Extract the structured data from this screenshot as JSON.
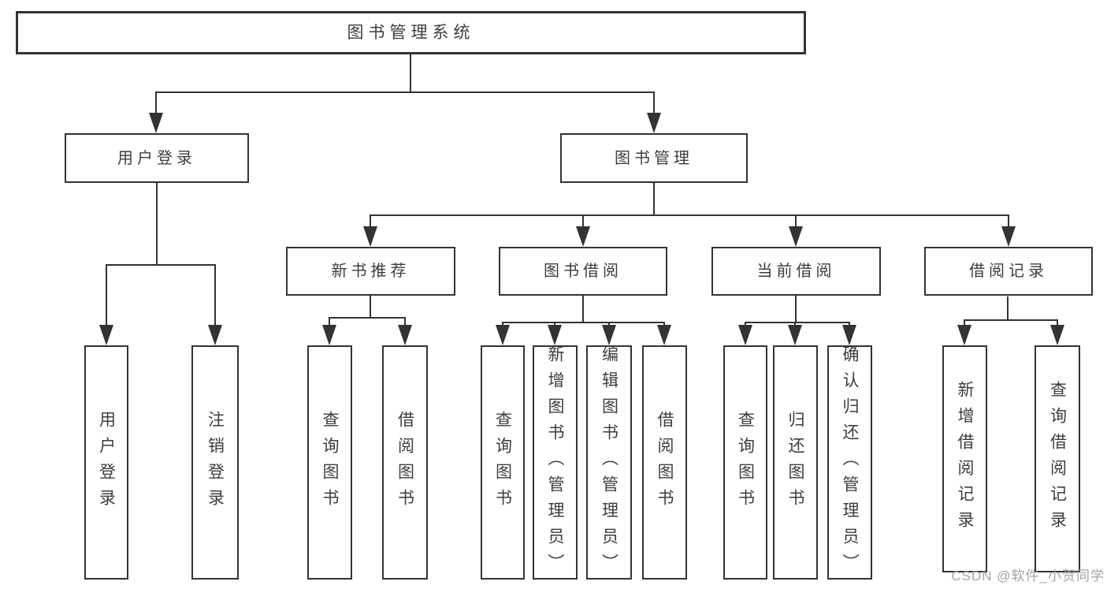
{
  "page": {
    "background": "#ffffff"
  },
  "colors": {
    "line": "#333333",
    "box_border": "#333333",
    "text": "#3d3d3d",
    "watermark": "#a3a3a3"
  },
  "watermark": {
    "text": "CSDN @软件_小贺同学"
  },
  "diagram": {
    "title": "图书管理系统",
    "nodes": [
      {
        "id": "root",
        "label": "图书管理系统",
        "parent": null
      },
      {
        "id": "user-login",
        "label": "用户登录",
        "parent": "root"
      },
      {
        "id": "book-mgmt",
        "label": "图书管理",
        "parent": "root"
      },
      {
        "id": "new-book-rec",
        "label": "新书推荐",
        "parent": "book-mgmt"
      },
      {
        "id": "book-borrow",
        "label": "图书借阅",
        "parent": "book-mgmt"
      },
      {
        "id": "current-borrow",
        "label": "当前借阅",
        "parent": "book-mgmt"
      },
      {
        "id": "borrow-records",
        "label": "借阅记录",
        "parent": "book-mgmt"
      },
      {
        "id": "login-leaf",
        "label": "用户登录",
        "parent": "user-login"
      },
      {
        "id": "logout-leaf",
        "label": "注销登录",
        "parent": "user-login"
      },
      {
        "id": "rec-query-books",
        "label": "查询图书",
        "parent": "new-book-rec"
      },
      {
        "id": "rec-borrow-books",
        "label": "借阅图书",
        "parent": "new-book-rec"
      },
      {
        "id": "borrow-query-books",
        "label": "查询图书",
        "parent": "book-borrow"
      },
      {
        "id": "borrow-add-books",
        "label": "新增图书（管理员）",
        "parent": "book-borrow"
      },
      {
        "id": "borrow-edit-books",
        "label": "编辑图书（管理员）",
        "parent": "book-borrow"
      },
      {
        "id": "borrow-borrow-books",
        "label": "借阅图书",
        "parent": "book-borrow"
      },
      {
        "id": "current-query-books",
        "label": "查询图书",
        "parent": "current-borrow"
      },
      {
        "id": "current-return-books",
        "label": "归还图书",
        "parent": "current-borrow"
      },
      {
        "id": "current-confirm-return",
        "label": "确认归还（管理员）",
        "parent": "current-borrow"
      },
      {
        "id": "records-add",
        "label": "新增借阅记录",
        "parent": "borrow-records"
      },
      {
        "id": "records-query",
        "label": "查询借阅记录",
        "parent": "borrow-records"
      }
    ]
  }
}
